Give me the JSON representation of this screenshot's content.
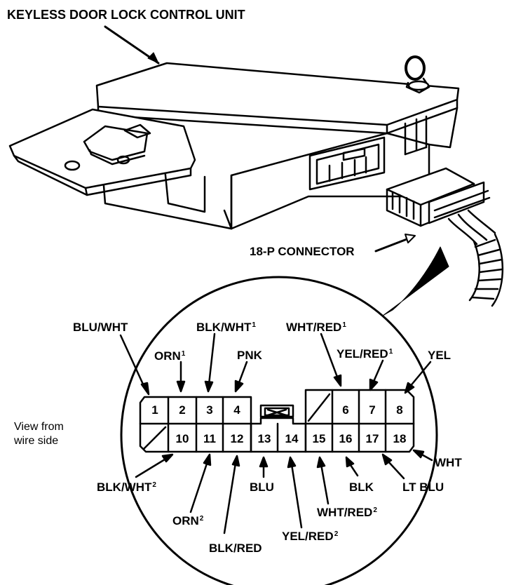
{
  "title": "KEYLESS DOOR LOCK CONTROL UNIT",
  "connector_label": "18-P CONNECTOR",
  "view_note": {
    "line1": "View from",
    "line2": "wire side"
  },
  "pins": [
    "1",
    "2",
    "3",
    "4",
    "6",
    "7",
    "8",
    "10",
    "11",
    "12",
    "13",
    "14",
    "15",
    "16",
    "17",
    "18"
  ],
  "wires": {
    "blu_wht": {
      "text": "BLU/WHT",
      "sup": ""
    },
    "orn1": {
      "text": "ORN",
      "sup": "1"
    },
    "blk_wht1": {
      "text": "BLK/WHT",
      "sup": "1"
    },
    "pnk": {
      "text": "PNK",
      "sup": ""
    },
    "wht_red1": {
      "text": "WHT/RED",
      "sup": "1"
    },
    "yel_red1": {
      "text": "YEL/RED",
      "sup": "1"
    },
    "yel": {
      "text": "YEL",
      "sup": ""
    },
    "wht": {
      "text": "WHT",
      "sup": ""
    },
    "blk_wht2": {
      "text": "BLK/WHT",
      "sup": "2"
    },
    "orn2": {
      "text": "ORN",
      "sup": "2"
    },
    "blk_red": {
      "text": "BLK/RED",
      "sup": ""
    },
    "blu": {
      "text": "BLU",
      "sup": ""
    },
    "yel_red2": {
      "text": "YEL/RED",
      "sup": "2"
    },
    "wht_red2": {
      "text": "WHT/RED",
      "sup": "2"
    },
    "blk": {
      "text": "BLK",
      "sup": ""
    },
    "lt_blu": {
      "text": "LT BLU",
      "sup": ""
    }
  }
}
